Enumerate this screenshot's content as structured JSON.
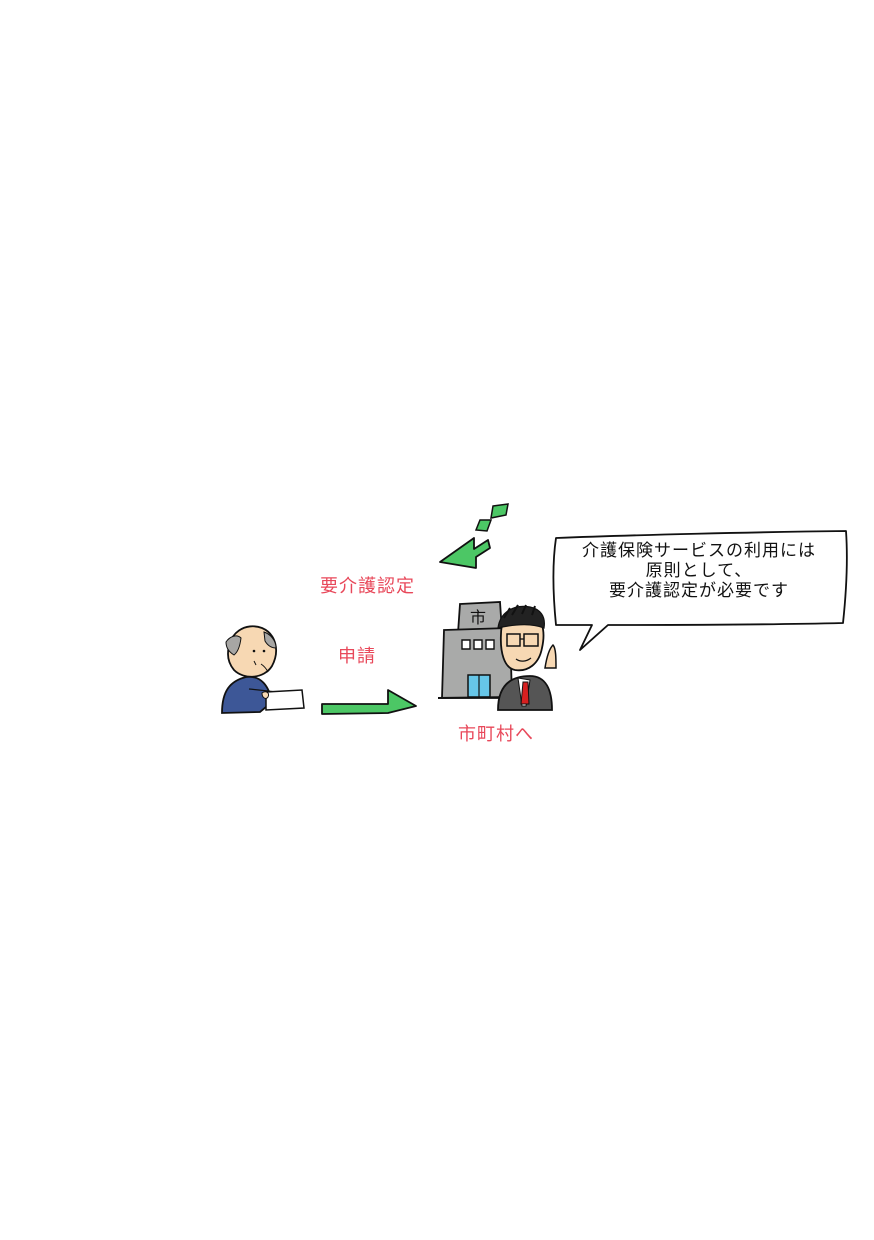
{
  "labels": {
    "care_certification": "要介護認定",
    "application": "申請",
    "to_municipality": "市町村へ"
  },
  "building": {
    "sign": "市"
  },
  "speech_bubble": {
    "lines": [
      "介護保険サービスの利用には",
      "原則として、",
      "要介護認定が必要です"
    ]
  },
  "colors": {
    "label_red": "#e8485a",
    "arrow_green": "#4cc765",
    "highlight_yellow": "#f6f59a",
    "elder_shirt": "#3d5797",
    "building_gray": "#a9aaa9",
    "door_blue": "#66c6e8",
    "suit_gray": "#555555",
    "tie_red": "#d62020"
  },
  "icons": {
    "elder": "elderly-person-icon",
    "paper": "document-icon",
    "building": "city-hall-icon",
    "officer": "official-person-icon"
  }
}
